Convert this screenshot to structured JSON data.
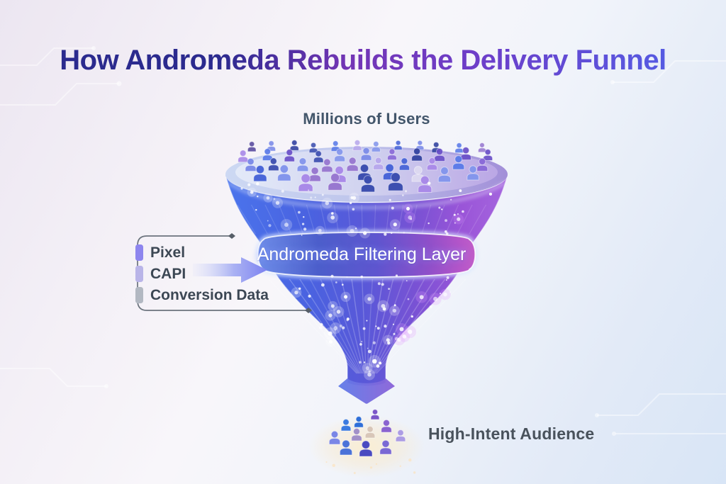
{
  "title": "How Andromeda Rebuilds the Delivery Funnel",
  "labels": {
    "top": "Millions of Users",
    "band": "Andromeda Filtering Layer",
    "bottom": "High-Intent Audience"
  },
  "inputs": [
    {
      "label": "Pixel",
      "chip_color": "#8d85ee"
    },
    {
      "label": "CAPI",
      "chip_color": "#b9b4e8"
    },
    {
      "label": "Conversion Data",
      "chip_color": "#b2b8c2"
    }
  ],
  "colors": {
    "title_gradient": [
      "#2b2a8e",
      "#7335b5",
      "#6d3ec9",
      "#4f61e8"
    ],
    "heading_text": "#43566b",
    "bottom_heading_text": "#49525c",
    "input_label_text": "#3c4754",
    "callout_line": "#6b737d",
    "band_text": "#ffffff",
    "band_gradient": [
      "#6f8ee9",
      "#4c5ecb",
      "#5f55cf",
      "#8f4fc9",
      "#c25fc9"
    ],
    "funnel_gradient": [
      "#4a74ec",
      "#4a62e0",
      "#5a58d8",
      "#7a52d4",
      "#a566de"
    ],
    "rim_gradient": [
      "#cdd9f3",
      "#bfc6ec",
      "#a28fd8"
    ],
    "arrow_color": "#7b80f0",
    "warm_glow": "#f8e9cd"
  },
  "crowd": {
    "top_palette": [
      "#2f3f9e",
      "#4a66d8",
      "#5a7ae8",
      "#6a4fc8",
      "#8a6ad8",
      "#a98ae8",
      "#7a8ae8",
      "#3d4fb0",
      "#9878d0",
      "#b8a8ec",
      "#56489e",
      "#8496ec",
      "#dcd8f0"
    ],
    "bottom_palette": [
      "#3b7ae0",
      "#2f6fd8",
      "#7a55c8",
      "#8a63d0",
      "#7a86e6",
      "#a290c8",
      "#d8c6b8",
      "#4a72d8",
      "#4a4ac0",
      "#7a68d4",
      "#ac9ce4"
    ]
  },
  "sparkles": {
    "upper": 55,
    "lower": 68
  }
}
